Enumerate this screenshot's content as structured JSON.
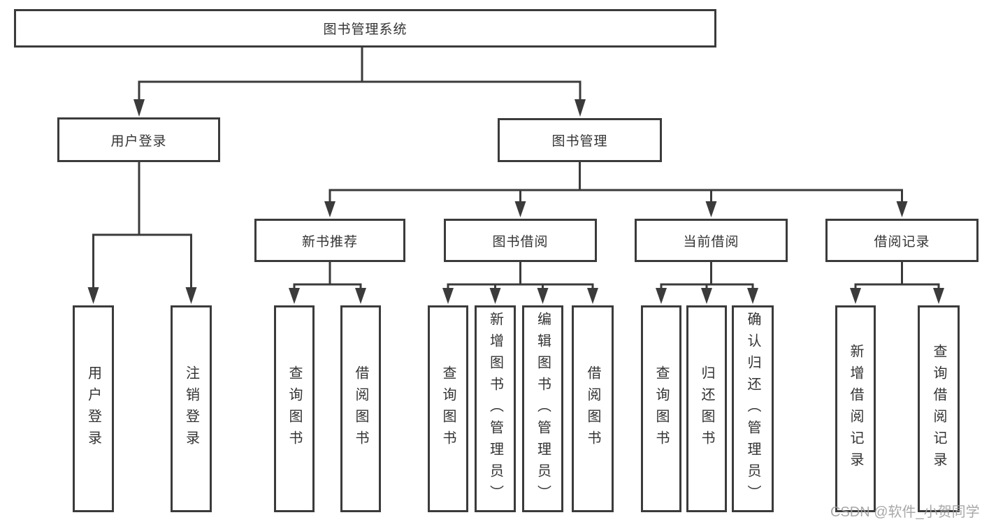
{
  "diagram": {
    "root": {
      "label": "图书管理系统"
    },
    "level2": [
      {
        "label": "用户登录"
      },
      {
        "label": "图书管理"
      }
    ],
    "level3": [
      {
        "label": "新书推荐"
      },
      {
        "label": "图书借阅"
      },
      {
        "label": "当前借阅"
      },
      {
        "label": "借阅记录"
      }
    ],
    "leaves": {
      "login": [
        "用户登录",
        "注销登录"
      ],
      "recommend": [
        "查询图书",
        "借阅图书"
      ],
      "borrow": [
        "查询图书",
        "新增图书（管理员）",
        "编辑图书（管理员）",
        "借阅图书"
      ],
      "current": [
        "查询图书",
        "归还图书",
        "确认归还（管理员）"
      ],
      "records": [
        "新增借阅记录",
        "查询借阅记录"
      ]
    }
  },
  "watermark": {
    "text": "CSDN @软件_小贺同学"
  },
  "colors": {
    "line": "#3b3b3b",
    "text": "#333333",
    "watermark": "#9f9f9f",
    "background": "#ffffff"
  }
}
